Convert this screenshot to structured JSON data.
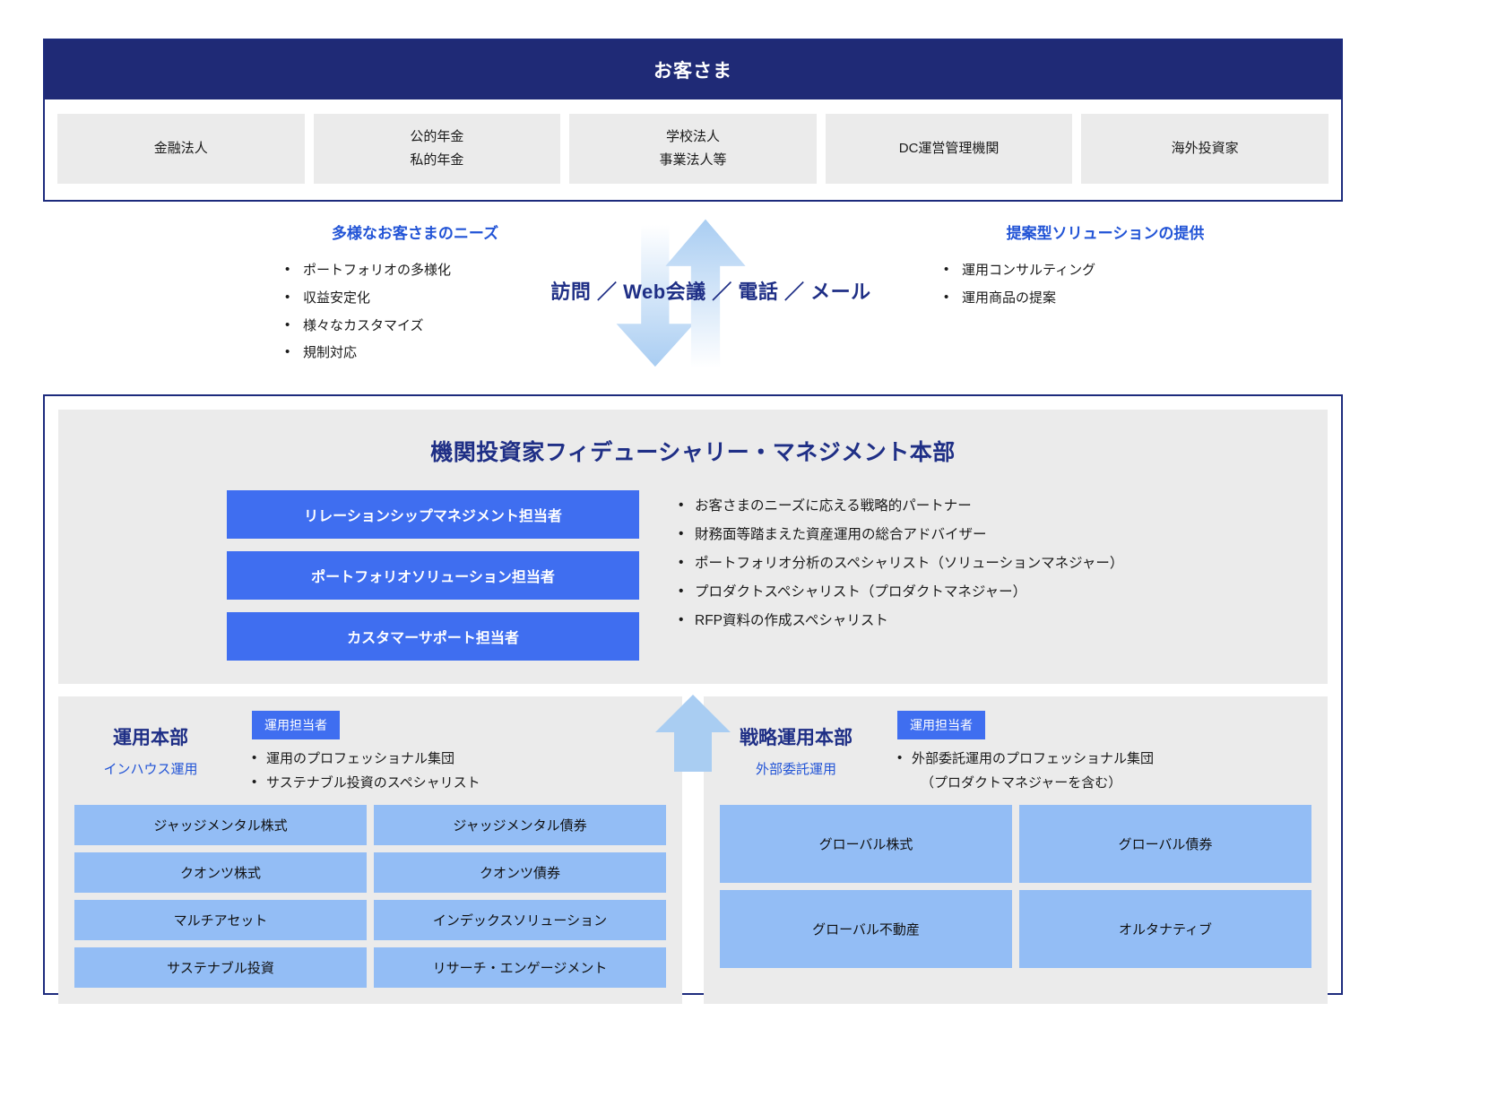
{
  "customer": {
    "title": "お客さま",
    "segments": [
      {
        "lines": [
          "金融法人"
        ]
      },
      {
        "lines": [
          "公的年金",
          "私的年金"
        ]
      },
      {
        "lines": [
          "学校法人",
          "事業法人等"
        ]
      },
      {
        "lines": [
          "DC運営管理機関"
        ]
      },
      {
        "lines": [
          "海外投資家"
        ]
      }
    ]
  },
  "middle": {
    "needs_heading": "多様なお客さまのニーズ",
    "needs": [
      "ポートフォリオの多様化",
      "収益安定化",
      "様々なカスタマイズ",
      "規制対応"
    ],
    "channels": "訪問 ／ Web会議 ／ 電話 ／ メール",
    "solutions_heading": "提案型ソリューションの提供",
    "solutions": [
      "運用コンサルティング",
      "運用商品の提案"
    ]
  },
  "hq": {
    "title": "機関投資家フィデューシャリー・マネジメント本部",
    "roles": [
      "リレーションシップマネジメント担当者",
      "ポートフォリオソリューション担当者",
      "カスタマーサポート担当者"
    ],
    "capabilities": [
      "お客さまのニーズに応える戦略的パートナー",
      "財務面等踏まえた資産運用の総合アドバイザー",
      "ポートフォリオ分析のスペシャリスト（ソリューションマネジャー）",
      "プロダクトスペシャリスト（プロダクトマネジャー）",
      "RFP資料の作成スペシャリスト"
    ]
  },
  "departments": [
    {
      "name": "運用本部",
      "subtitle": "インハウス運用",
      "tag": "運用担当者",
      "bullets": [
        {
          "text": "運用のプロフェッショナル集団",
          "bullet": true
        },
        {
          "text": "サステナブル投資のスペシャリスト",
          "bullet": true
        }
      ],
      "products": [
        "ジャッジメンタル株式",
        "ジャッジメンタル債券",
        "クオンツ株式",
        "クオンツ債券",
        "マルチアセット",
        "インデックスソリューション",
        "サステナブル投資",
        "リサーチ・エンゲージメント"
      ]
    },
    {
      "name": "戦略運用本部",
      "subtitle": "外部委託運用",
      "tag": "運用担当者",
      "bullets": [
        {
          "text": "外部委託運用のプロフェッショナル集団",
          "bullet": true
        },
        {
          "text": "（プロダクトマネジャーを含む）",
          "bullet": false
        }
      ],
      "products": [
        "グローバル株式",
        "グローバル債券",
        "グローバル不動産",
        "オルタナティブ"
      ]
    }
  ],
  "colors": {
    "navy": "#1f2a76",
    "brand_blue": "#2254d6",
    "chip_blue": "#3f6ef0",
    "product_blue": "#93bdf5",
    "panel_gray": "#ebebeb"
  }
}
